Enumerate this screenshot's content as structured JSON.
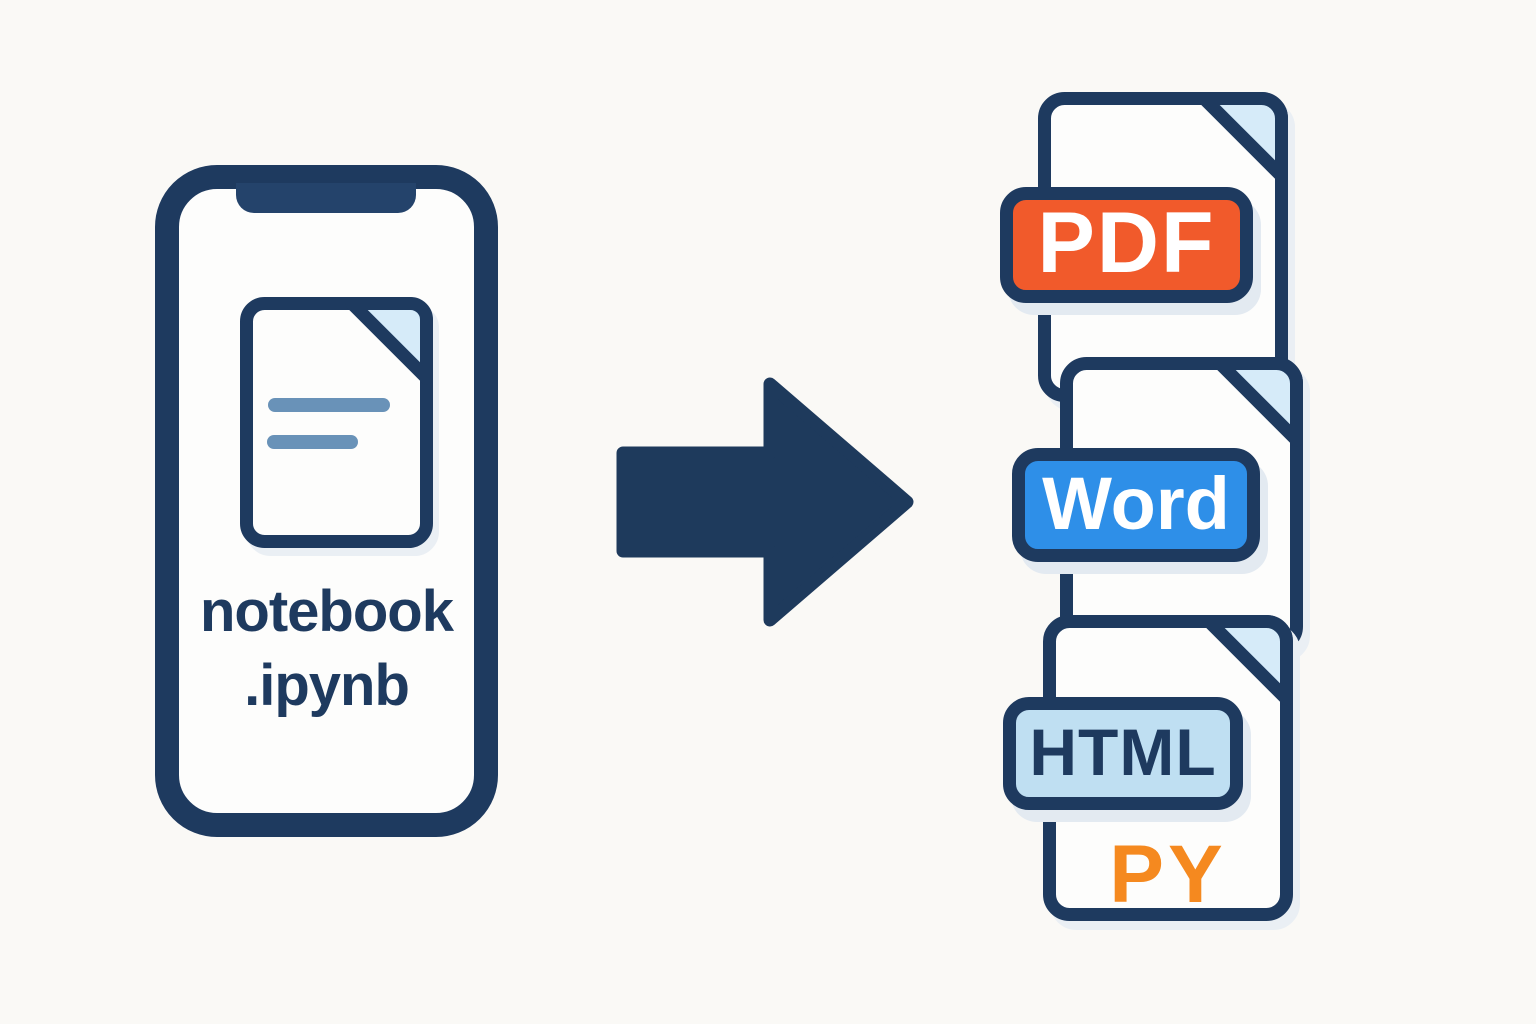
{
  "palette": {
    "background": "#FAF9F6",
    "navy_outline": "#1E3A5F",
    "notch_navy": "#24436B",
    "steel_blue_lines": "#6992B8",
    "fold_light_blue": "#D6EBF9",
    "page_white": "#FDFDFC",
    "pdf_orange": "#F15A2B",
    "word_blue": "#2E8FE8",
    "html_light_blue": "#BFDFF2",
    "py_orange": "#F5891F",
    "badge_shadow": "#E3EAF1"
  },
  "phone": {
    "filename_line1": "notebook",
    "filename_line2": ".ipynb"
  },
  "arrow": {
    "direction": "right",
    "meaning": "convert"
  },
  "outputs": [
    {
      "label": "PDF",
      "badge_bg": "#F15A2B",
      "label_color": "#FFFFFF",
      "style": "badge"
    },
    {
      "label": "Word",
      "badge_bg": "#2E8FE8",
      "label_color": "#FFFFFF",
      "style": "badge"
    },
    {
      "label": "HTML",
      "badge_bg": "#BFDFF2",
      "label_color": "#1E3A5F",
      "style": "badge"
    },
    {
      "label": "PY",
      "label_color": "#F5891F",
      "style": "text-only"
    }
  ]
}
